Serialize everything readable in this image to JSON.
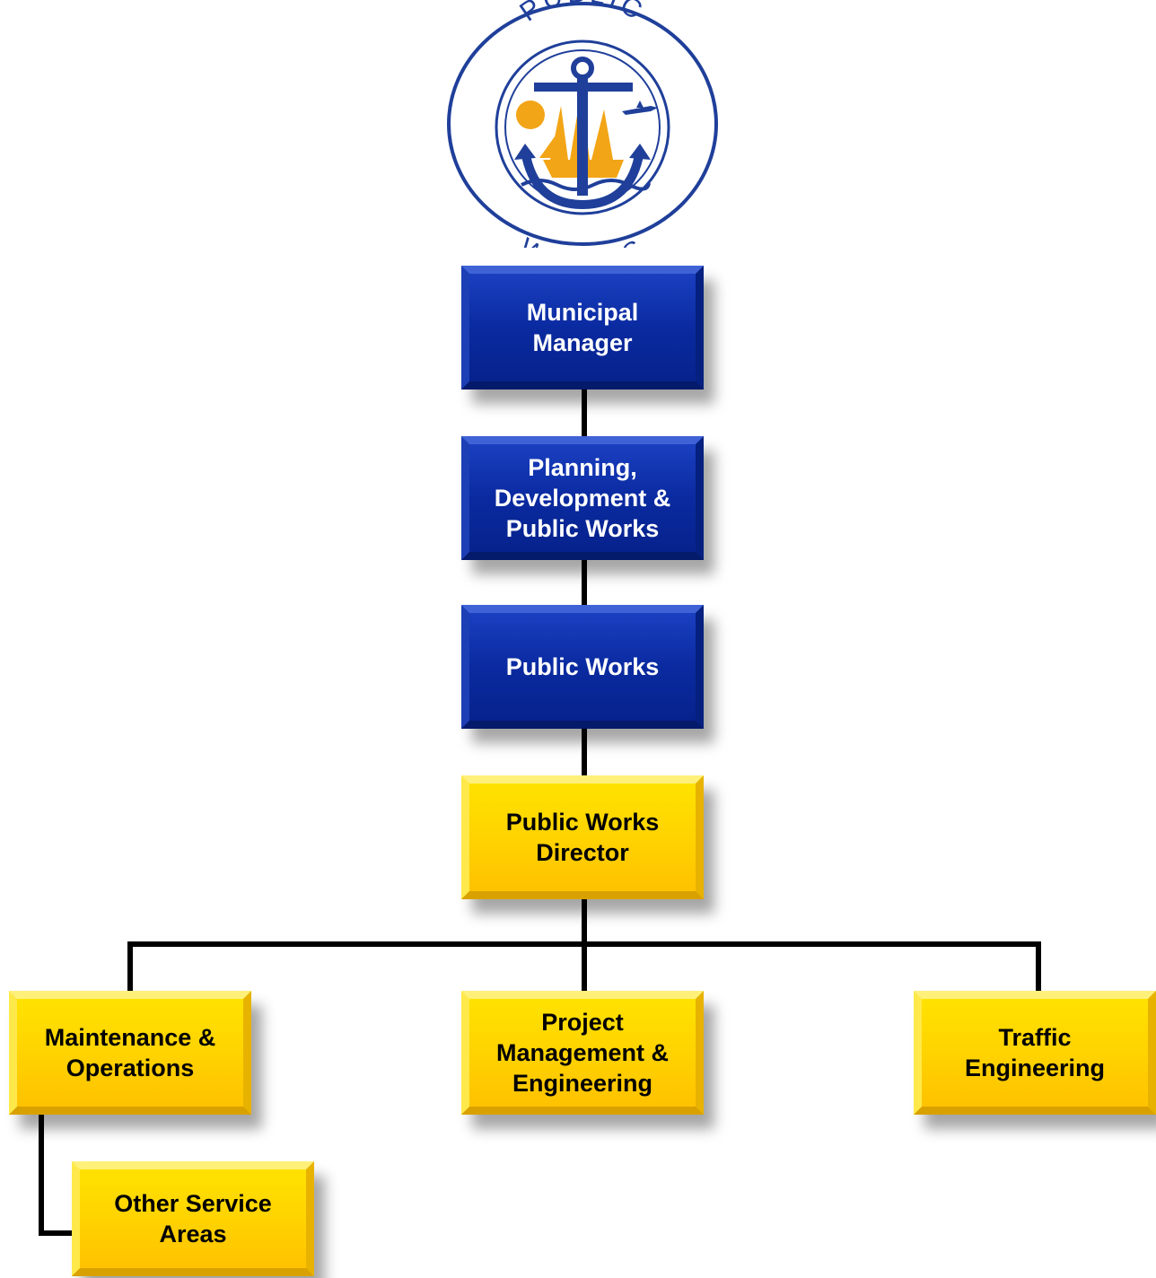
{
  "logo": {
    "top_text": "PUBLIC",
    "bottom_text": "WORKS",
    "colors": {
      "ring": "#1f3f9a",
      "gold": "#f2a516"
    }
  },
  "org_chart": {
    "municipal_manager": "Municipal\nManager",
    "planning_development": "Planning,\nDevelopment &\nPublic Works",
    "public_works": "Public Works",
    "director": "Public Works\nDirector",
    "maintenance_operations": "Maintenance &\nOperations",
    "project_management": "Project\nManagement &\nEngineering",
    "traffic_engineering": "Traffic\nEngineering",
    "other_service_areas": "Other Service\nAreas"
  },
  "colors": {
    "leadership_box": "#0a2aa0",
    "division_box": "#ffd300",
    "connector": "#000000"
  }
}
